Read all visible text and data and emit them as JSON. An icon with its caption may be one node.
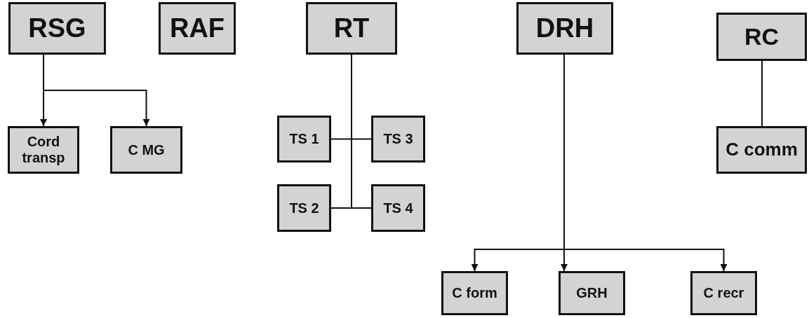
{
  "diagram": {
    "nodes": [
      {
        "text": [
          "RSG"
        ]
      },
      {
        "text": [
          "RAF"
        ]
      },
      {
        "text": [
          "RT"
        ]
      },
      {
        "text": [
          "DRH"
        ]
      },
      {
        "text": [
          "RC"
        ]
      },
      {
        "text": [
          "Cord transp"
        ]
      },
      {
        "text": [
          "C MG"
        ]
      },
      {
        "text": [
          "TS 1"
        ]
      },
      {
        "text": [
          "TS 3"
        ]
      },
      {
        "text": [
          "TS 2"
        ]
      },
      {
        "text": [
          "TS 4"
        ]
      },
      {
        "text": [
          "C comm"
        ]
      },
      {
        "text": [
          "C form"
        ]
      },
      {
        "text": [
          "GRH"
        ]
      },
      {
        "text": [
          "C recr"
        ]
      }
    ],
    "edges": [
      {
        "from": 0,
        "to": 5,
        "arrow": "to"
      },
      {
        "from": 0,
        "to": 6,
        "arrow": "to"
      },
      {
        "from": 2,
        "to": 7,
        "arrow": "none"
      },
      {
        "from": 2,
        "to": 8,
        "arrow": "none"
      },
      {
        "from": 2,
        "to": 9,
        "arrow": "none"
      },
      {
        "from": 2,
        "to": 10,
        "arrow": "none"
      },
      {
        "from": 4,
        "to": 11,
        "arrow": "none"
      },
      {
        "from": 3,
        "to": 12,
        "arrow": "to"
      },
      {
        "from": 3,
        "to": 13,
        "arrow": "to"
      },
      {
        "from": 3,
        "to": 14,
        "arrow": "to"
      }
    ]
  }
}
